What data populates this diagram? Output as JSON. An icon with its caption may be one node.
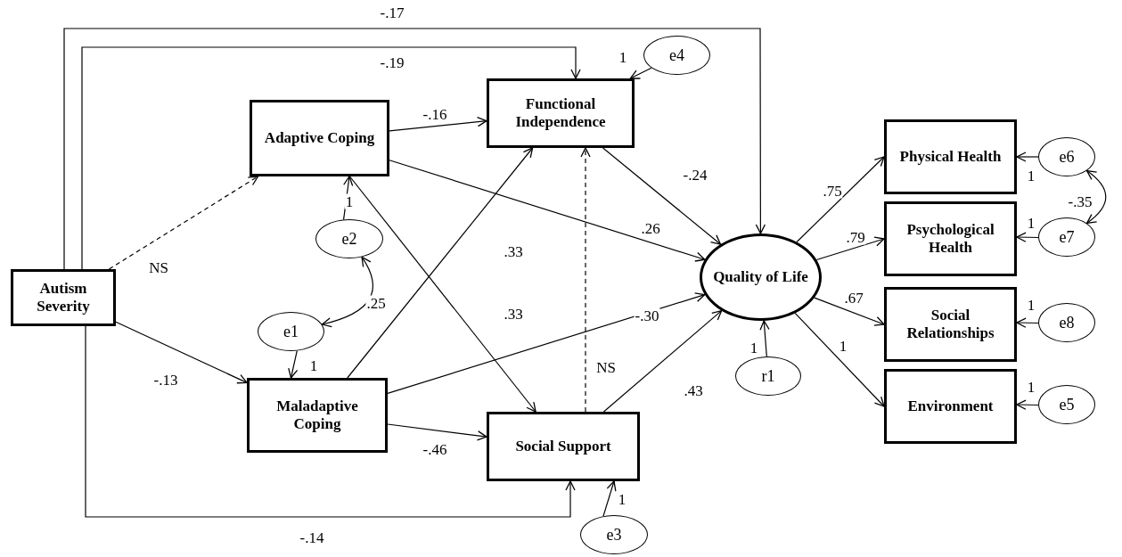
{
  "diagram": {
    "nodes": [
      {
        "text": [
          "Autism Severity"
        ]
      },
      {
        "text": [
          "Adaptive Coping"
        ]
      },
      {
        "text": [
          "Functional Independence"
        ]
      },
      {
        "text": [
          "e4"
        ]
      },
      {
        "text": [
          "e2"
        ]
      },
      {
        "text": [
          "e1"
        ]
      },
      {
        "text": [
          "Maladaptive Coping"
        ]
      },
      {
        "text": [
          "Social Support"
        ]
      },
      {
        "text": [
          "e3"
        ]
      },
      {
        "text": [
          "Quality of Life"
        ]
      },
      {
        "text": [
          "r1"
        ]
      },
      {
        "text": [
          "Physical Health"
        ]
      },
      {
        "text": [
          "Psychological Health"
        ]
      },
      {
        "text": [
          "Social Relationships"
        ]
      },
      {
        "text": [
          "Environment"
        ]
      },
      {
        "text": [
          "e6"
        ]
      },
      {
        "text": [
          "e7"
        ]
      },
      {
        "text": [
          "e8"
        ]
      },
      {
        "text": [
          "e5"
        ]
      }
    ],
    "edges": [
      {
        "from": 0,
        "to": 1,
        "arrow": "to",
        "label": "NS",
        "style": "dashed"
      },
      {
        "from": 0,
        "to": 2,
        "arrow": "to",
        "label": "-.19"
      },
      {
        "from": 0,
        "to": 9,
        "arrow": "to",
        "label": "-.17"
      },
      {
        "from": 0,
        "to": 6,
        "arrow": "to",
        "label": "-.13"
      },
      {
        "from": 0,
        "to": 7,
        "arrow": "to",
        "label": "-.14"
      },
      {
        "from": 1,
        "to": 2,
        "arrow": "to",
        "label": "-.16"
      },
      {
        "from": 1,
        "to": 9,
        "arrow": "to",
        "label": ".26"
      },
      {
        "from": 1,
        "to": 7,
        "arrow": "to",
        "label": ".33"
      },
      {
        "from": 6,
        "to": 2,
        "arrow": "to",
        "label": ".33"
      },
      {
        "from": 6,
        "to": 9,
        "arrow": "to",
        "label": "-.30"
      },
      {
        "from": 6,
        "to": 7,
        "arrow": "to",
        "label": "-.46"
      },
      {
        "from": 7,
        "to": 2,
        "arrow": "to",
        "label": "NS",
        "style": "dashed"
      },
      {
        "from": 2,
        "to": 9,
        "arrow": "to",
        "label": "-.24"
      },
      {
        "from": 7,
        "to": 9,
        "arrow": "to",
        "label": ".43"
      },
      {
        "from": 3,
        "to": 2,
        "arrow": "to",
        "label": "1"
      },
      {
        "from": 4,
        "to": 1,
        "arrow": "to",
        "label": "1"
      },
      {
        "from": 5,
        "to": 6,
        "arrow": "to",
        "label": "1"
      },
      {
        "from": 4,
        "to": 5,
        "arrow": "both",
        "label": ".25"
      },
      {
        "from": 8,
        "to": 7,
        "arrow": "to",
        "label": "1"
      },
      {
        "from": 10,
        "to": 9,
        "arrow": "to",
        "label": "1"
      },
      {
        "from": 9,
        "to": 11,
        "arrow": "to",
        "label": ".75"
      },
      {
        "from": 9,
        "to": 12,
        "arrow": "to",
        "label": ".79"
      },
      {
        "from": 9,
        "to": 13,
        "arrow": "to",
        "label": ".67"
      },
      {
        "from": 9,
        "to": 14,
        "arrow": "to",
        "label": "1"
      },
      {
        "from": 15,
        "to": 11,
        "arrow": "to",
        "label": "1"
      },
      {
        "from": 16,
        "to": 12,
        "arrow": "to",
        "label": "1"
      },
      {
        "from": 17,
        "to": 13,
        "arrow": "to",
        "label": "1"
      },
      {
        "from": 18,
        "to": 14,
        "arrow": "to",
        "label": "1"
      },
      {
        "from": 15,
        "to": 16,
        "arrow": "both",
        "label": "-.35"
      }
    ]
  }
}
